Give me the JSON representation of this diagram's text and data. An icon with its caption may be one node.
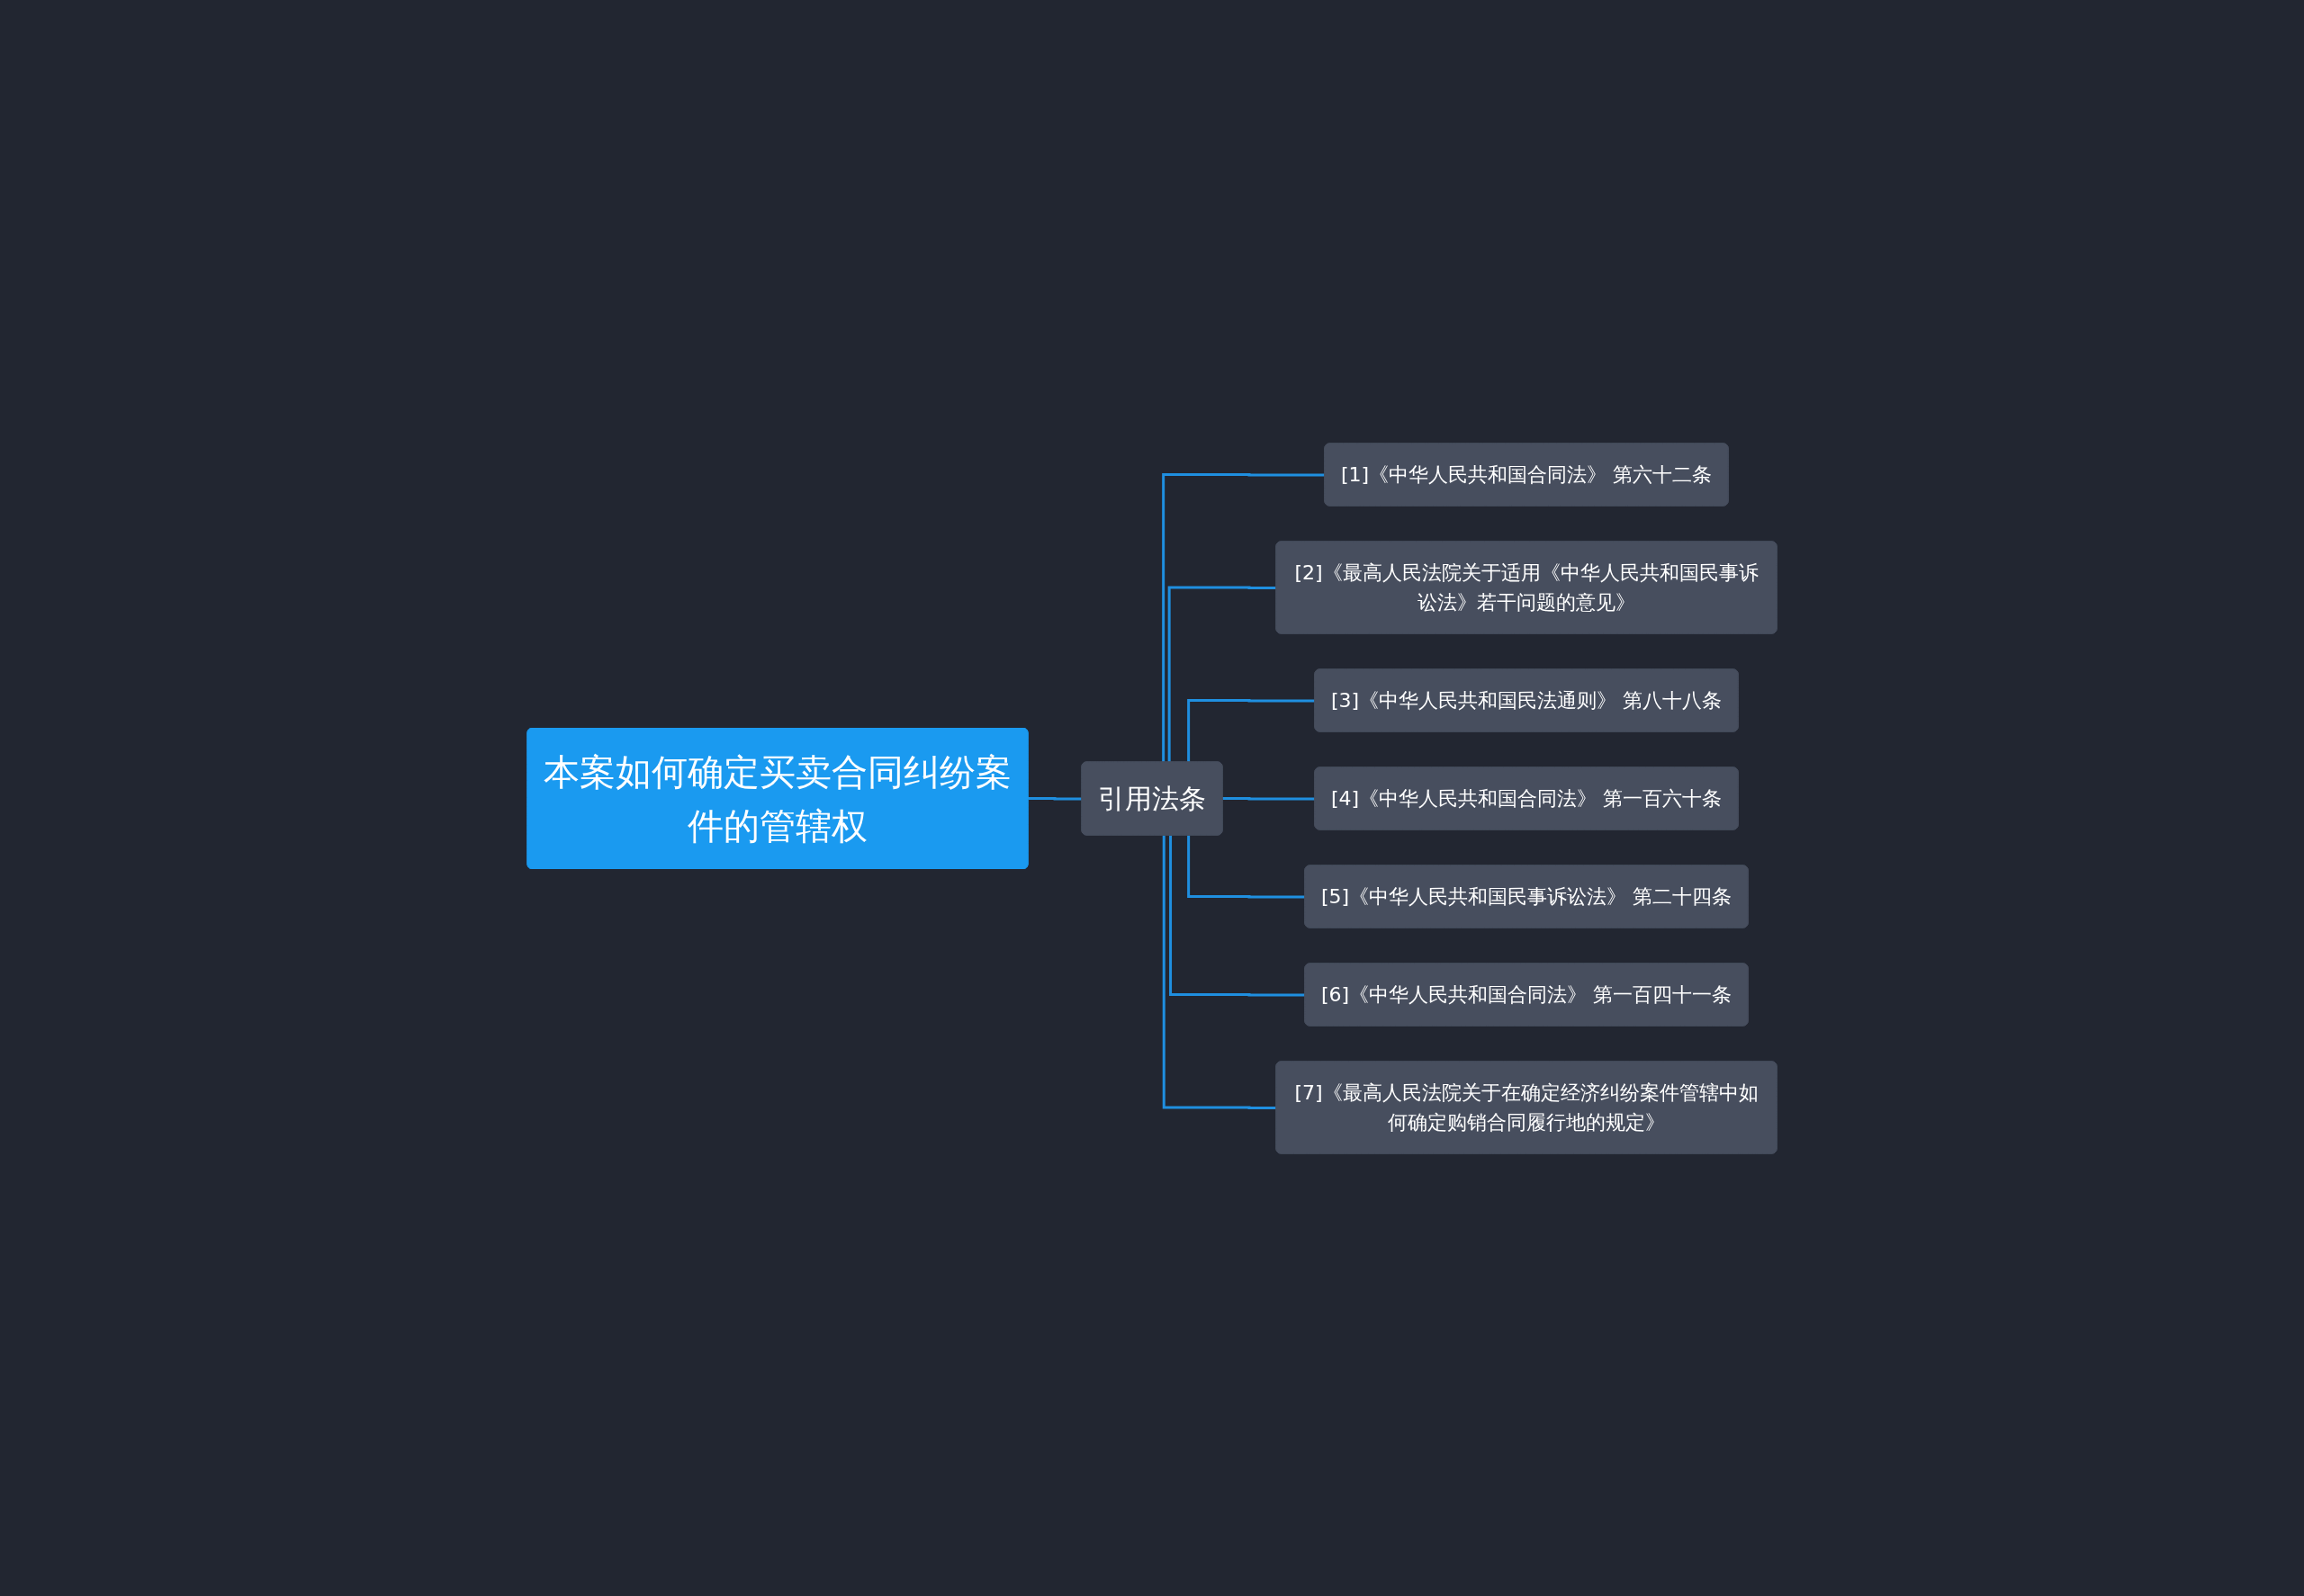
{
  "diagram": {
    "nodes": [
      {
        "text": [
          "本案如何确定买卖合同纠纷案件的管辖权"
        ]
      },
      {
        "text": [
          "引用法条"
        ]
      },
      {
        "text": [
          "[1]《中华人民共和国合同法》 第六十二条"
        ]
      },
      {
        "text": [
          "[2]《最高人民法院关于适用《中华人民共和国民事诉讼法》若干问题的意见》"
        ]
      },
      {
        "text": [
          "[3]《中华人民共和国民法通则》 第八十八条"
        ]
      },
      {
        "text": [
          "[4]《中华人民共和国合同法》 第一百六十条"
        ]
      },
      {
        "text": [
          "[5]《中华人民共和国民事诉讼法》 第二十四条"
        ]
      },
      {
        "text": [
          "[6]《中华人民共和国合同法》 第一百四十一条"
        ]
      },
      {
        "text": [
          "[7]《最高人民法院关于在确定经济纠纷案件管辖中如何确定购销合同履行地的规定》"
        ]
      }
    ],
    "edges": [
      {
        "from": 0,
        "to": 1,
        "arrow": "none"
      },
      {
        "from": 1,
        "to": 2,
        "arrow": "none"
      },
      {
        "from": 1,
        "to": 3,
        "arrow": "none"
      },
      {
        "from": 1,
        "to": 4,
        "arrow": "none"
      },
      {
        "from": 1,
        "to": 5,
        "arrow": "none"
      },
      {
        "from": 1,
        "to": 6,
        "arrow": "none"
      },
      {
        "from": 1,
        "to": 7,
        "arrow": "none"
      },
      {
        "from": 1,
        "to": 8,
        "arrow": "none"
      }
    ]
  }
}
